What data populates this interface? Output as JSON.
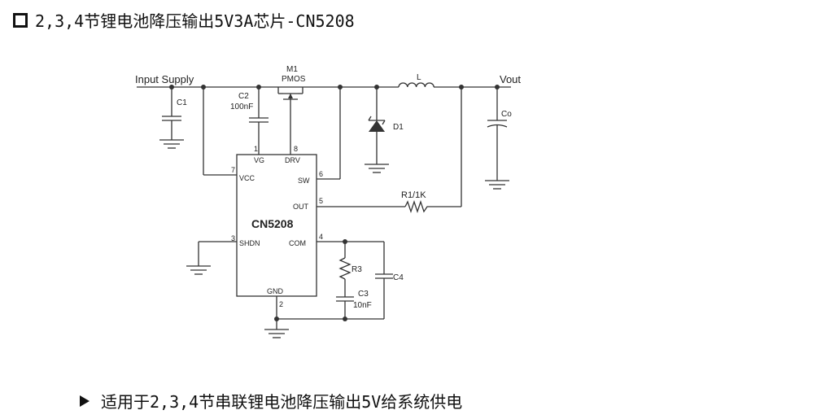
{
  "heading": "2,3,4节锂电池降压输出5V3A芯片-CN5208",
  "bullet": "适用于2,3,4节串联锂电池降压输出5V给系统供电",
  "schematic": {
    "input_label": "Input Supply",
    "output_label": "Vout",
    "chip_name": "CN5208",
    "c1": "C1",
    "c2": "C2",
    "c2_value": "100nF",
    "m1": "M1",
    "m1_type": "PMOS",
    "inductor": "L",
    "diode": "D1",
    "co": "Co",
    "r1": "R1/1K",
    "r3": "R3",
    "c3": "C3",
    "c3_value": "10nF",
    "c4": "C4",
    "pins": {
      "vg_num": "1",
      "vg": "VG",
      "drv_num": "8",
      "drv": "DRV",
      "vcc_num": "7",
      "vcc": "VCC",
      "sw_num": "6",
      "sw": "SW",
      "out_num": "5",
      "out": "OUT",
      "shdn_num": "3",
      "shdn": "SHDN",
      "com_num": "4",
      "com": "COM",
      "gnd_num": "2",
      "gnd": "GND"
    }
  }
}
